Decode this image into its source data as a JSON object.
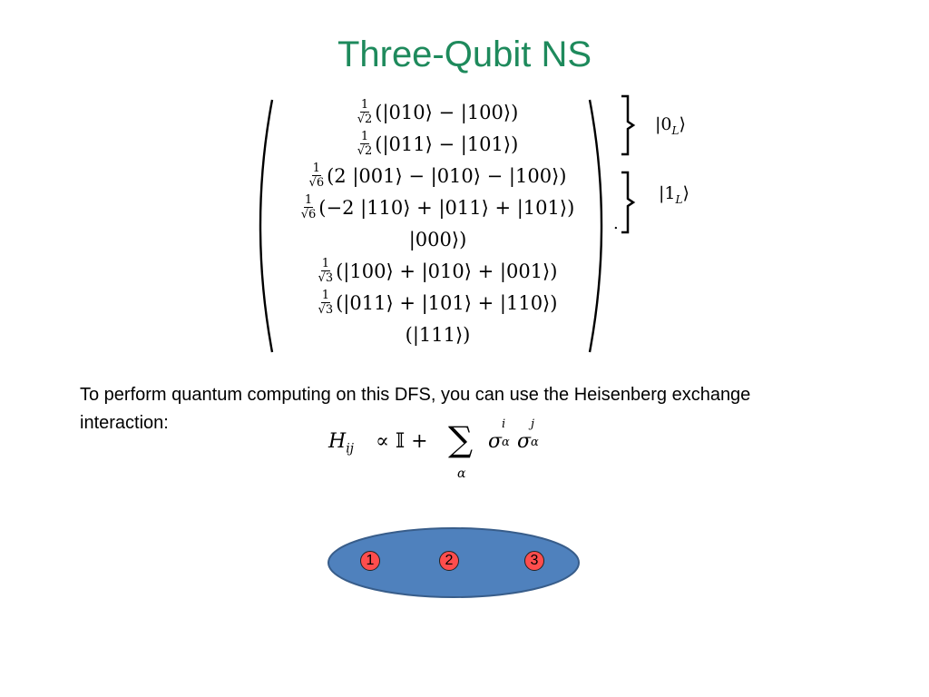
{
  "slide": {
    "title": "Three-Qubit NS",
    "basis_rows": [
      {
        "coef_num": "1",
        "coef_den": "√2",
        "expr": "(|010⟩ − |100⟩)"
      },
      {
        "coef_num": "1",
        "coef_den": "√2",
        "expr": "(|011⟩ − |101⟩)"
      },
      {
        "coef_num": "1",
        "coef_den": "√6",
        "expr": "(2 |001⟩ − |010⟩ − |100⟩)"
      },
      {
        "coef_num": "1",
        "coef_den": "√6",
        "expr": "(−2 |110⟩ + |011⟩ + |101⟩)"
      },
      {
        "coef_num": "",
        "coef_den": "",
        "expr": "|000⟩)"
      },
      {
        "coef_num": "1",
        "coef_den": "√3",
        "expr": "(|100⟩ + |010⟩ + |001⟩)"
      },
      {
        "coef_num": "1",
        "coef_den": "√3",
        "expr": "(|011⟩ + |101⟩ + |110⟩)"
      },
      {
        "coef_num": "",
        "coef_den": "",
        "expr": "(|111⟩)"
      }
    ],
    "logical_zero": {
      "ket": "|0",
      "sub": "L",
      "close": "⟩"
    },
    "logical_one": {
      "ket": "|1",
      "sub": "L",
      "close": "⟩"
    },
    "trailing_period": ".",
    "description": "To perform quantum computing on this DFS, you can use the Heisenberg exchange interaction:",
    "hamiltonian": {
      "H": "H",
      "H_sub": "ij",
      "prop": "∝ 𝕀 +",
      "sum": "∑",
      "sum_index": "α",
      "sigma": "σ",
      "sup_i": "i",
      "sup_j": "j",
      "sub_alpha": "α"
    },
    "qubits": [
      "1",
      "2",
      "3"
    ],
    "colors": {
      "title": "#1e8a5c",
      "ellipse_fill": "#4f81bd",
      "ellipse_stroke": "#385d8a",
      "qubit_fill": "#ff4d4d"
    }
  }
}
